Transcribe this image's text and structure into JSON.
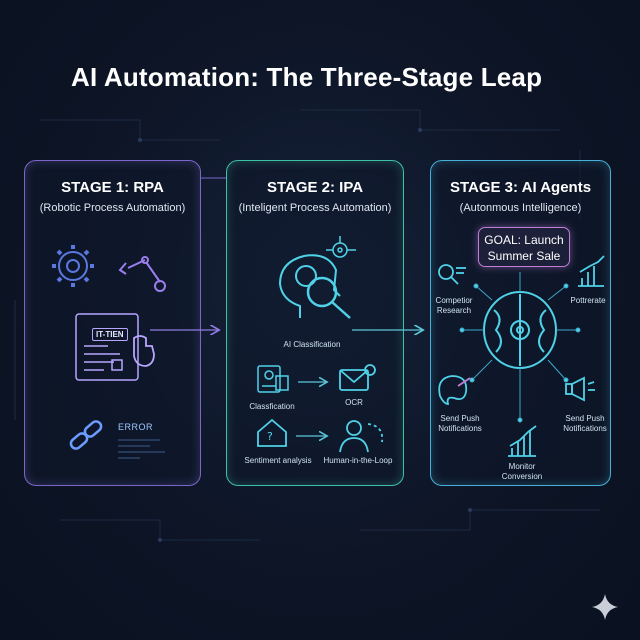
{
  "title": "AI Automation: The Three-Stage Leap",
  "stages": [
    {
      "title": "STAGE 1: RPA",
      "subtitle": "(Robotic Process Automation)",
      "doc_tag": "IT-TIEN",
      "error_label": "ERROR"
    },
    {
      "title": "STAGE 2: IPA",
      "subtitle": "(Inteligent Process Automation)",
      "labels": {
        "ai_classification": "AI Classification",
        "classification": "Classfication",
        "ocr": "OCR",
        "sentiment": "Sentiment analysis",
        "human_loop": "Human-in-the-Loop"
      }
    },
    {
      "title": "STAGE 3: AI Agents",
      "subtitle": "(Autonmous Intelligence)",
      "goal_line1": "GOAL: Launch",
      "goal_line2": "Summer Sale",
      "labels": {
        "competitor_line1": "Competior",
        "competitor_line2": "Research",
        "potterate": "Pottrerate",
        "push_left_line1": "Send Push",
        "push_left_line2": "Notifications",
        "push_right_line1": "Send Push",
        "push_right_line2": "Notifications",
        "monitor_line1": "Monitor",
        "monitor_line2": "Conversion"
      }
    }
  ],
  "colors": {
    "stage1": "#7b67c9",
    "stage2": "#3fbfa3",
    "stage3": "#46b0d8",
    "goal": "#c07ed8",
    "arrow": "#8f7be0"
  },
  "icons": [
    "gear-icon",
    "robot-arm-icon",
    "document-icon",
    "hand-cursor-icon",
    "broken-link-icon",
    "head-brain-icon",
    "magnifier-icon",
    "id-card-icon",
    "mail-icon",
    "question-mail-icon",
    "person-icon",
    "brain-network-icon",
    "bar-chart-icon",
    "palette-icon",
    "megaphone-icon",
    "sparkle-icon"
  ]
}
